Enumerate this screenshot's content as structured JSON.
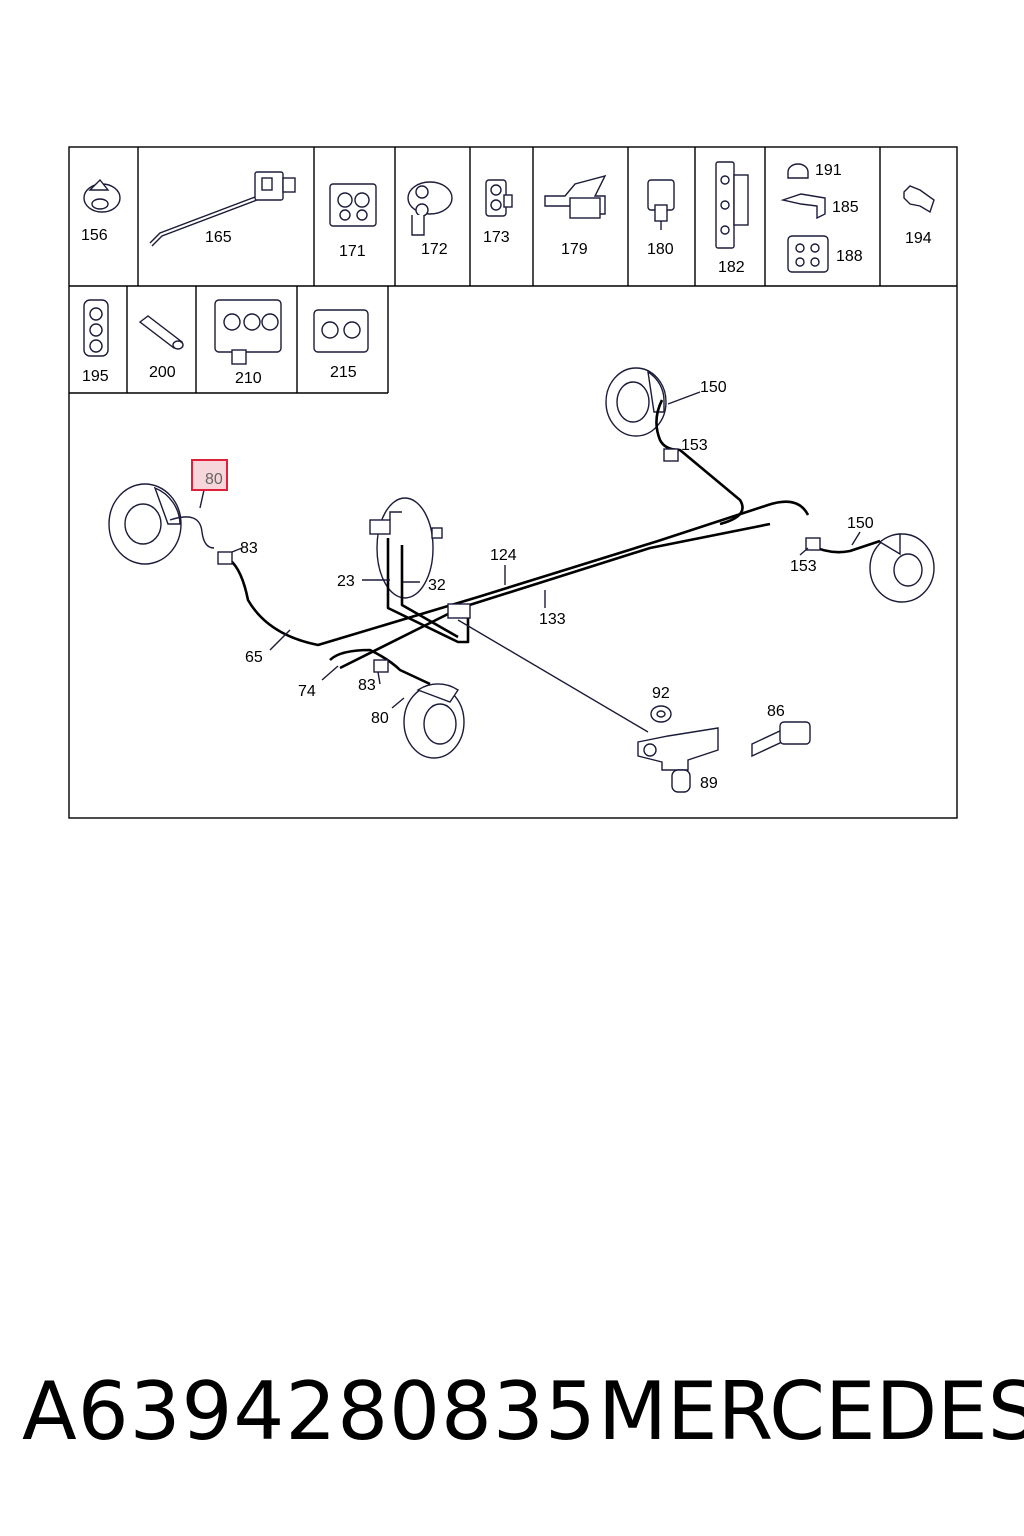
{
  "parts_grid": {
    "row1": [
      "156",
      "165",
      "171",
      "172",
      "173",
      "179",
      "180",
      "182",
      "191",
      "185",
      "188",
      "194"
    ],
    "row2": [
      "195",
      "200",
      "210",
      "215"
    ]
  },
  "callouts": {
    "p150_top": "150",
    "p153_top": "153",
    "p80_highlight": "80",
    "p83_left": "83",
    "p124": "124",
    "p23": "23",
    "p32": "32",
    "p150_right": "150",
    "p153_right": "153",
    "p133": "133",
    "p65": "65",
    "p74": "74",
    "p83_bottom": "83",
    "p80_bottom": "80",
    "p92": "92",
    "p86": "86",
    "p89": "89"
  },
  "highlight_color": "#e0203a",
  "footer": {
    "part_number": "A6394280835",
    "brand": "MERCEDES"
  }
}
